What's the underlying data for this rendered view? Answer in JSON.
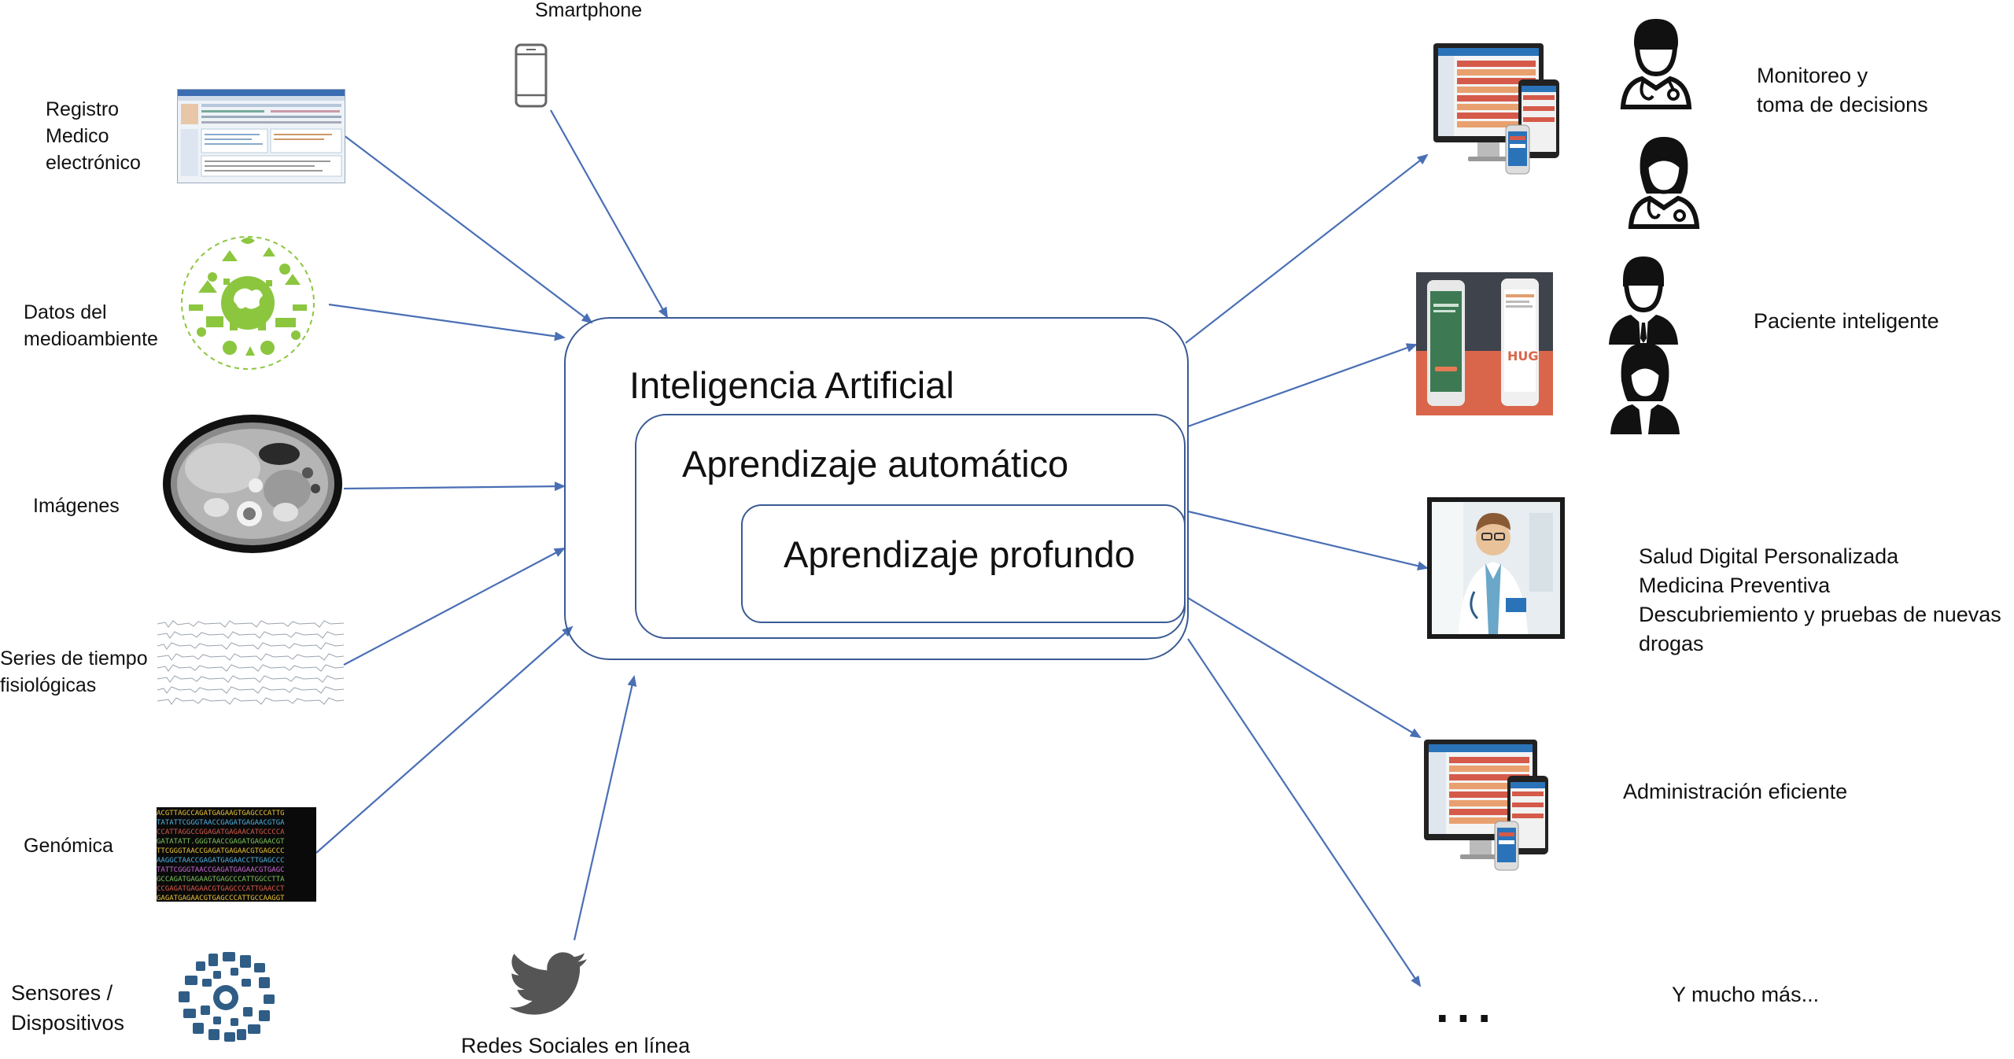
{
  "inputs": {
    "smartphone": "Smartphone",
    "ehr": [
      "Registro",
      "Medico",
      "electrónico"
    ],
    "environment": [
      "Datos del",
      "medioambiente"
    ],
    "images": "Imágenes",
    "timeseries": [
      "Series de tiempo",
      "fisiológicas"
    ],
    "genomics": "Genómica",
    "sensors": [
      "Sensores /",
      "Dispositivos"
    ],
    "social": "Redes Sociales en línea"
  },
  "center": {
    "ai": "Inteligencia Artificial",
    "ml": "Aprendizaje automático",
    "dl": "Aprendizaje profundo"
  },
  "outputs": {
    "monitoring": [
      "Monitoreo y",
      "toma de decisions"
    ],
    "patient": "Paciente inteligente",
    "digital_health": [
      "Salud Digital Personalizada",
      "Medicina Preventiva",
      "Descubriemiento y pruebas de nuevas",
      "drogas"
    ],
    "admin": "Administración eficiente",
    "more": "Y mucho más...",
    "ellipsis": "..."
  },
  "colors": {
    "arrow": "#4a6fb5",
    "box_border": "#3a5a94",
    "environment_green": "#8cc63f",
    "phone_red": "#d9664a"
  }
}
